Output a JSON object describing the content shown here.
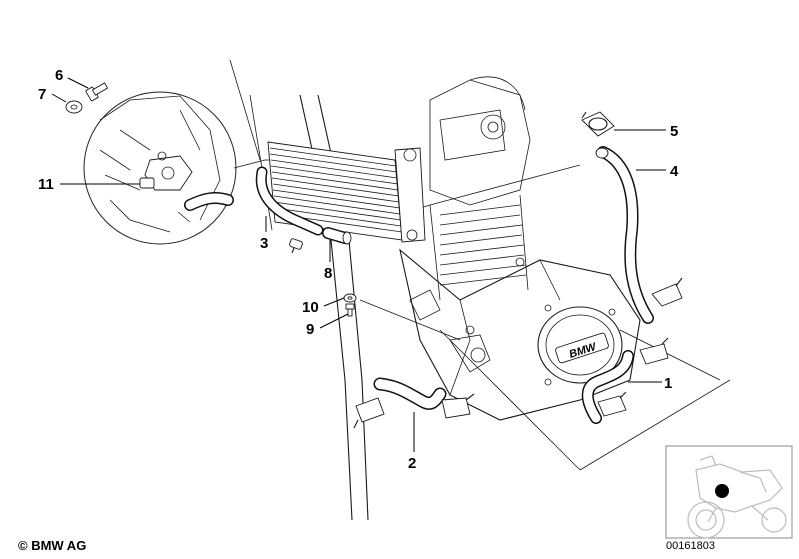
{
  "callouts": {
    "c1": "1",
    "c2": "2",
    "c3": "3",
    "c4": "4",
    "c5": "5",
    "c6": "6",
    "c7": "7",
    "c8": "8",
    "c9": "9",
    "c10": "10",
    "c11": "11"
  },
  "emblem_text": "BMW",
  "copyright": "© BMW AG",
  "doc_number": "00161803"
}
